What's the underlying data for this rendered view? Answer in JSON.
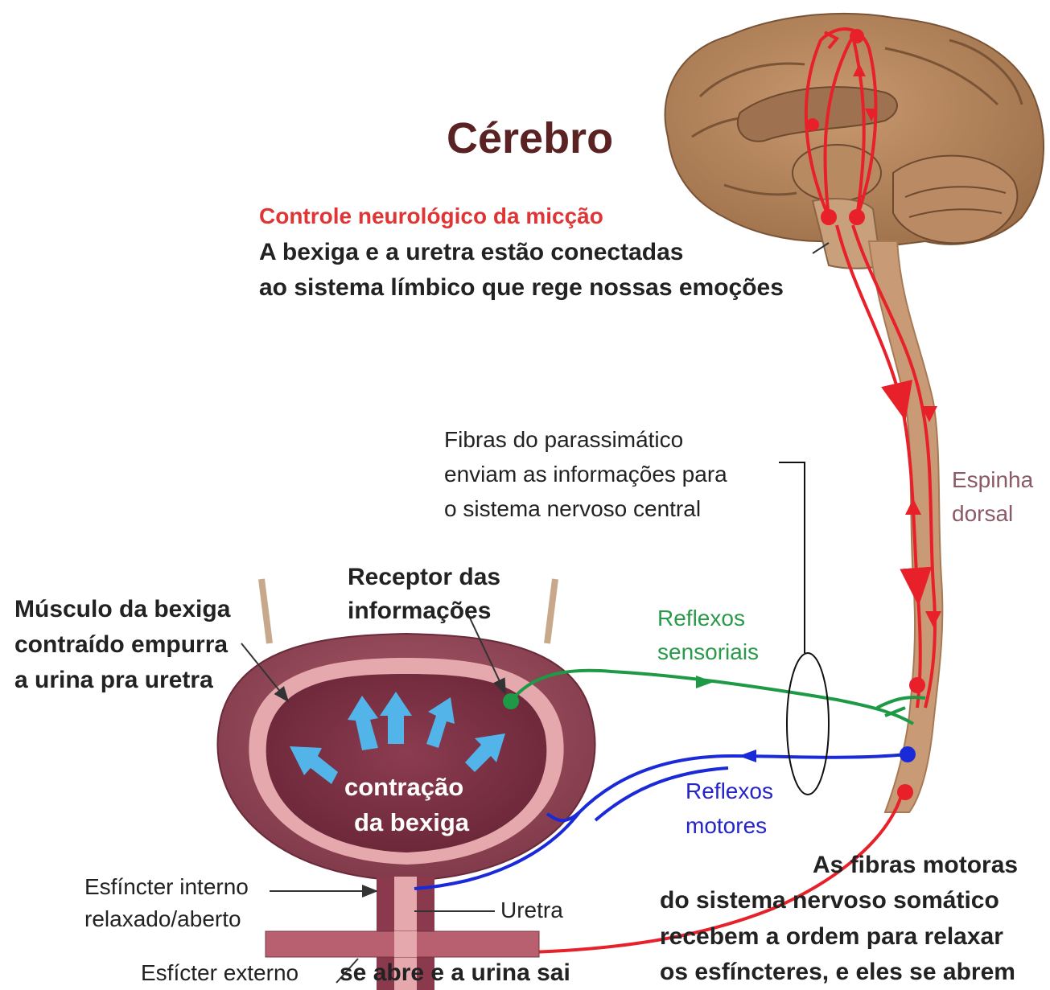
{
  "title": "Cérebro",
  "heading": {
    "red": "Controle neurológico da micção",
    "line1": "A bexiga e a uretra estão conectadas",
    "line2": "ao sistema límbico que rege nossas emoções"
  },
  "parasympathetic": {
    "line1": "Fibras do parassimático",
    "line2": "enviam as informações para",
    "line3": "o sistema nervoso central"
  },
  "spine": {
    "line1": "Espinha",
    "line2": "dorsal"
  },
  "receptor": {
    "line1": "Receptor das",
    "line2": "informações"
  },
  "muscle": {
    "line1": "Músculo da bexiga",
    "line2": "contraído empurra",
    "line3": "a urina pra uretra"
  },
  "sensory": {
    "line1": "Reflexos",
    "line2": "sensoriais"
  },
  "motor": {
    "line1": "Reflexos",
    "line2": "motores"
  },
  "contraction": {
    "line1": "contração",
    "line2": "da bexiga"
  },
  "internal_sphincter": {
    "line1": "Esfíncter interno",
    "line2": "relaxado/aberto"
  },
  "urethra": "Uretra",
  "external_sphincter": {
    "label": "Esfícter externo",
    "continuation": "se abre e a urina sai"
  },
  "motor_fibers": {
    "line1": "As fibras motoras",
    "line2": "do sistema nervoso somático",
    "line3": "recebem a ordem para relaxar",
    "line4": "os esfíncteres, e eles se abrem"
  },
  "colors": {
    "brain": "#b7875e",
    "spine": "#c89a76",
    "bladder": "#9b4a5c",
    "bladder_lining": "#e4a8ad",
    "nerve_red": "#e8202a",
    "nerve_green": "#1e9a46",
    "nerve_blue": "#1a2ad8",
    "arrow_blue": "#52b4e8"
  }
}
